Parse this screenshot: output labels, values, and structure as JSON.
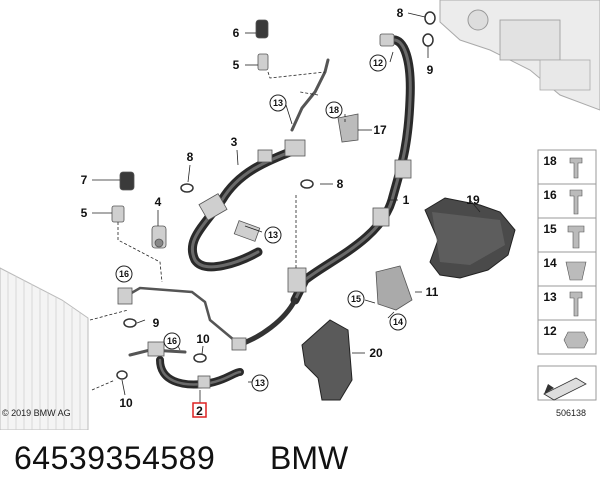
{
  "diagram": {
    "copyright": "© 2019 BMW AG",
    "drawing_number": "506138",
    "callouts": {
      "c1": "1",
      "c2": "2",
      "c3": "3",
      "c4": "4",
      "c5a": "5",
      "c5b": "5",
      "c6": "6",
      "c7": "7",
      "c8a": "8",
      "c8b": "8",
      "c8c": "8",
      "c9a": "9",
      "c9b": "9",
      "c10a": "10",
      "c10b": "10",
      "c11": "11",
      "c12": "12",
      "c13a": "13",
      "c13b": "13",
      "c13c": "13",
      "c14": "14",
      "c15": "15",
      "c16a": "16",
      "c16b": "16",
      "c17": "17",
      "c18": "18",
      "c19": "19",
      "c20": "20"
    },
    "legend": [
      "18",
      "16",
      "15",
      "14",
      "13",
      "12"
    ]
  },
  "footer": {
    "part_number": "64539354589",
    "brand": "BMW"
  }
}
